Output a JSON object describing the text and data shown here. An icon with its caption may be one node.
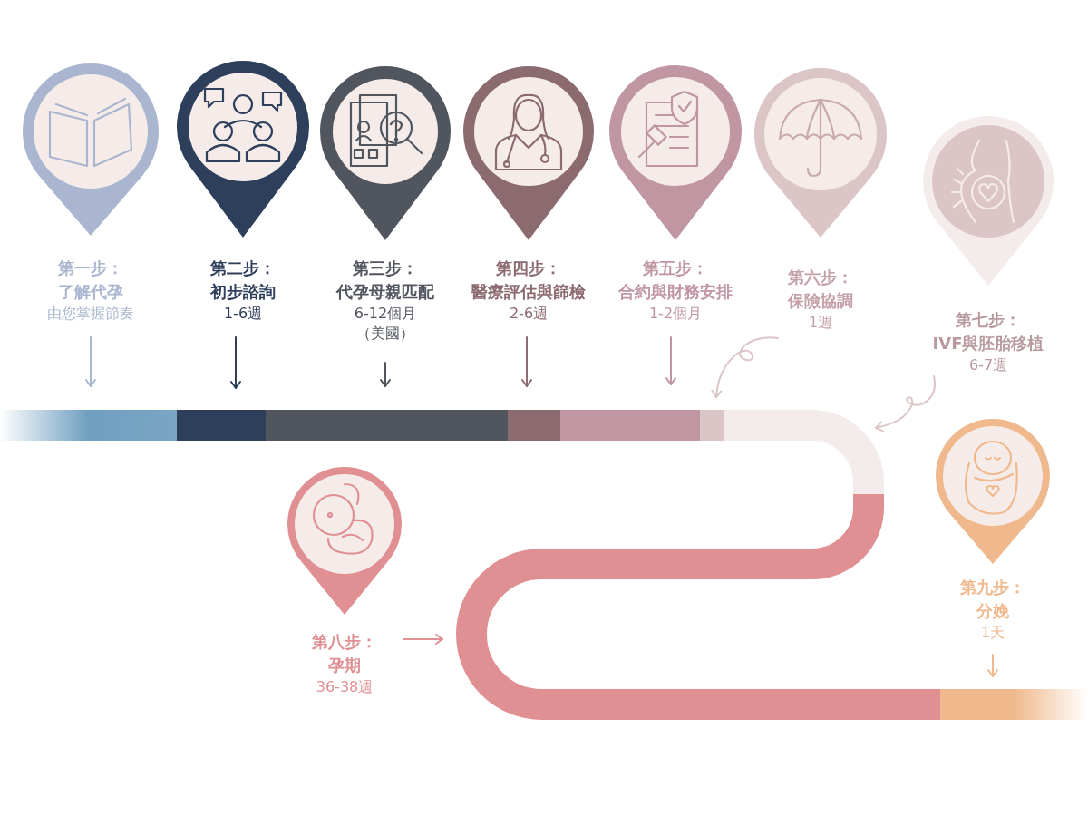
{
  "diagram": {
    "nodes": [
      {
        "text": [
          "第一步：",
          "了解代孕",
          "由您掌握節奏"
        ]
      },
      {
        "text": [
          "第二步：",
          "初步諮詢",
          "1-6週"
        ]
      },
      {
        "text": [
          "第三步：",
          "代孕母親匹配",
          "6-12個月",
          "（美國）"
        ]
      },
      {
        "text": [
          "第四步：",
          "醫療評估與篩檢",
          "2-6週"
        ]
      },
      {
        "text": [
          "第五步：",
          "合約與財務安排",
          "1-2個月"
        ]
      },
      {
        "text": [
          "第六步：",
          "保險協調",
          "1週"
        ]
      },
      {
        "text": [
          "第七步：",
          "IVF與胚胎移植",
          "6-7週"
        ]
      },
      {
        "text": [
          "第八步：",
          "孕期",
          "36-38週"
        ]
      },
      {
        "text": [
          "第九步：",
          "分娩",
          "1天"
        ]
      },
      {
        "text": [],
        "shape": "bar"
      },
      {
        "text": [],
        "shape": "bar"
      },
      {
        "text": [],
        "shape": "bar"
      }
    ],
    "edges": [
      {
        "from": 0,
        "to": 9,
        "arrow": "to",
        "color": "#aab6cf"
      },
      {
        "from": 1,
        "to": 9,
        "arrow": "to",
        "color": "#2e3f5c"
      },
      {
        "from": 2,
        "to": 9,
        "arrow": "to",
        "color": "#50555e"
      },
      {
        "from": 3,
        "to": 9,
        "arrow": "to",
        "color": "#8b6a70"
      },
      {
        "from": 4,
        "to": 9,
        "arrow": "to",
        "color": "#c096a2"
      },
      {
        "from": 5,
        "to": 9,
        "arrow": "to",
        "color": "#dcc5c6"
      },
      {
        "from": 6,
        "to": 9,
        "arrow": "to",
        "color": "#dcc5c6"
      },
      {
        "from": 7,
        "to": 10,
        "arrow": "to",
        "color": "#e09092"
      },
      {
        "from": 8,
        "to": 11,
        "arrow": "to",
        "color": "#f0b98d"
      }
    ]
  }
}
